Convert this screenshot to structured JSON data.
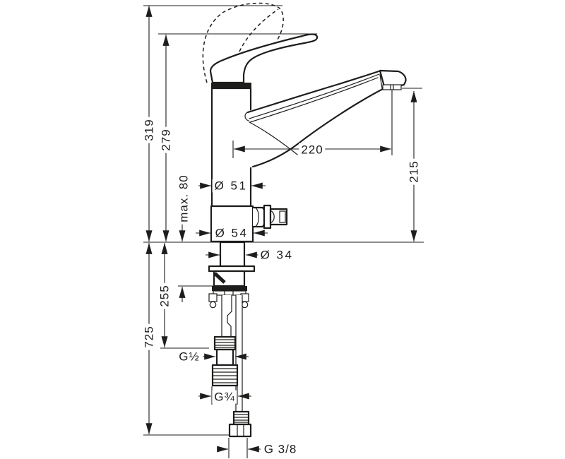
{
  "drawing": {
    "kind": "technical dimension drawing",
    "subject": "single-lever kitchen mixer tap, side elevation with under-counter connections"
  },
  "colors": {
    "line": "#1d1d1b",
    "background": "#ffffff"
  },
  "dimensions": {
    "total_height": "319",
    "handle_top_height": "279",
    "max_mounting_thickness": "max. 80",
    "connection_depth": "255",
    "hose_length": "725",
    "spout_reach": "220",
    "outlet_height": "215",
    "body_diameter": "Ø 51",
    "base_diameter": "Ø 54",
    "shank_diameter": "Ø 34",
    "supply_thread": "G½",
    "dishwasher_thread": "G¾",
    "hose_connection_thread": "G 3/8"
  }
}
